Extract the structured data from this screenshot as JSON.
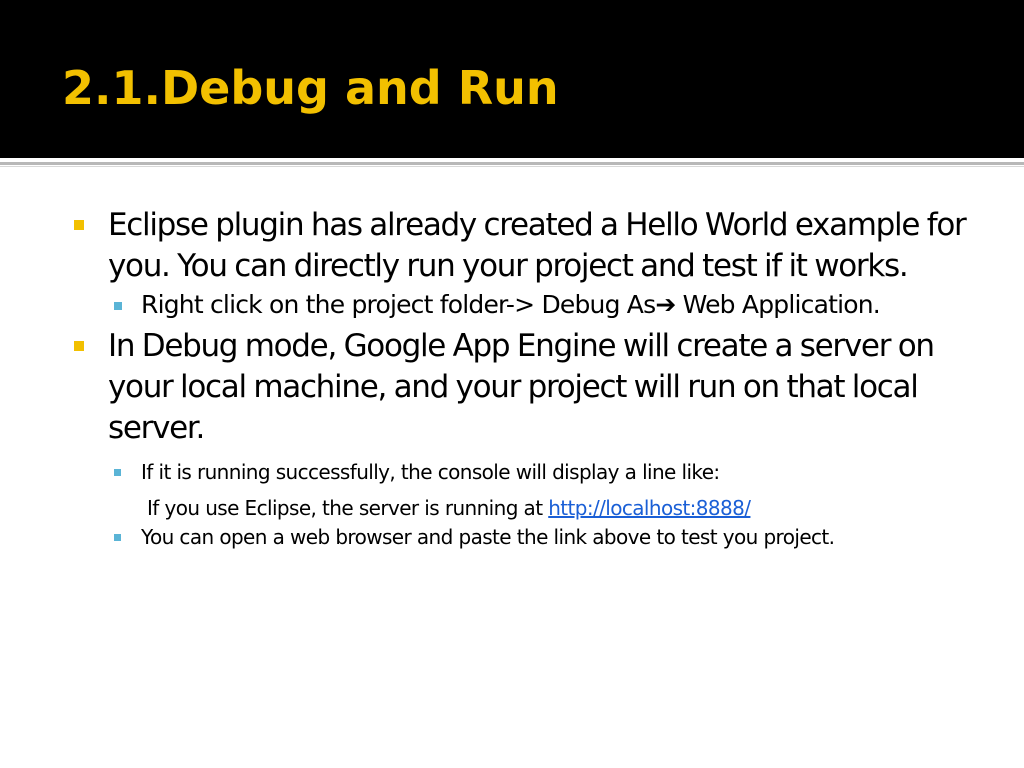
{
  "slide": {
    "title": "2.1.Debug and Run",
    "bullets": [
      {
        "text": "Eclipse plugin has already created a Hello World example for you. You can directly run your project and test if it works.",
        "sub": [
          {
            "before": "Right click on the project folder-> Debug As",
            "arrow": "➔",
            "after": " Web Application."
          }
        ]
      },
      {
        "text": "In Debug mode, Google App Engine will  create a server on your local machine, and your project will run on that local server.",
        "sub": [
          {
            "text": "If it is running successfully, the console will display a line like:"
          },
          {
            "text": "You can open a web browser and paste the link above to test you project."
          }
        ],
        "indented_line": {
          "prefix": "If you use Eclipse, the server is running at ",
          "link": "http://localhost:8888/"
        }
      }
    ]
  },
  "colors": {
    "header_bg": "#000000",
    "title": "#f2c000",
    "main_bullet": "#f2c000",
    "sub_bullet": "#5ab4d6",
    "link": "#1a5fd6"
  }
}
